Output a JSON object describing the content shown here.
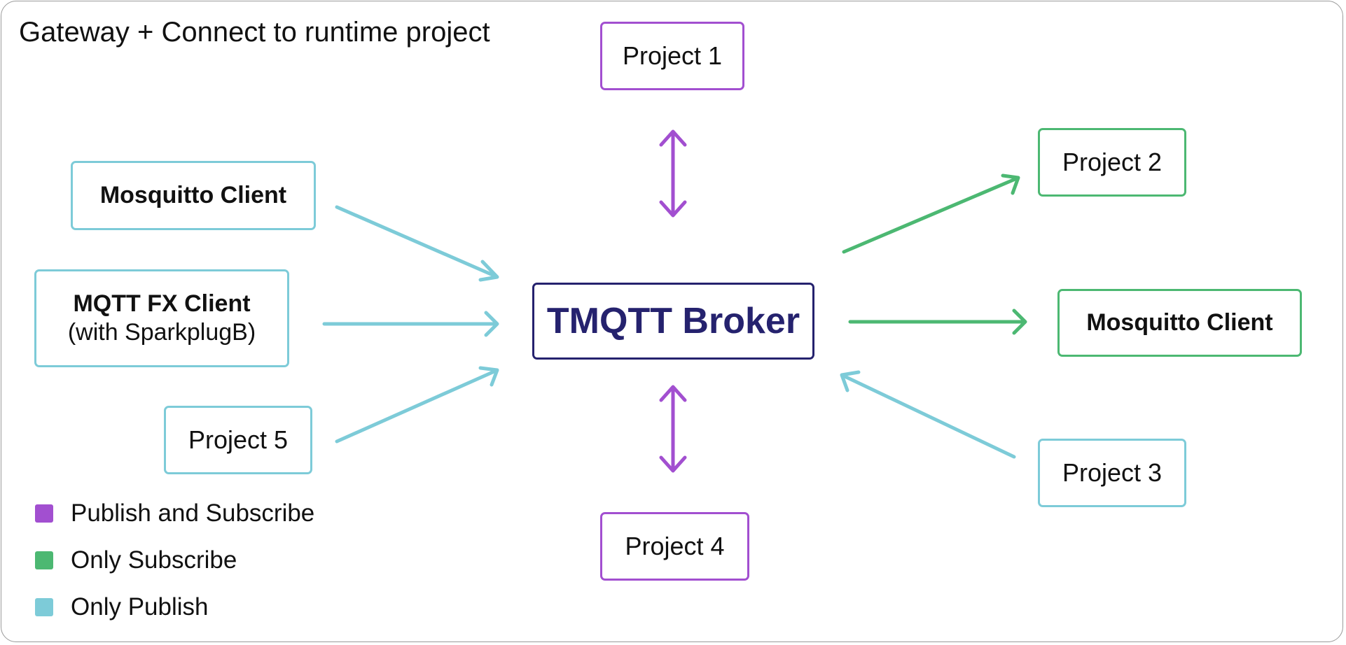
{
  "title": "Gateway + Connect to runtime project",
  "colors": {
    "publish_subscribe": "#a24fd0",
    "only_subscribe": "#4cb872",
    "only_publish": "#7dcbd8",
    "broker": "#25226e"
  },
  "broker": {
    "label": "TMQTT Broker"
  },
  "nodes": {
    "project1": "Project 1",
    "project2": "Project 2",
    "project3": "Project 3",
    "project4": "Project 4",
    "project5": "Project 5",
    "mosquitto_left": "Mosquitto Client",
    "mqttfx_title": "MQTT FX Client",
    "mqttfx_subtitle": "(with SparkplugB)",
    "mosquitto_right": "Mosquitto Client"
  },
  "legend": [
    {
      "label": "Publish and Subscribe",
      "color": "#a24fd0"
    },
    {
      "label": "Only Subscribe",
      "color": "#4cb872"
    },
    {
      "label": "Only Publish",
      "color": "#7dcbd8"
    }
  ]
}
